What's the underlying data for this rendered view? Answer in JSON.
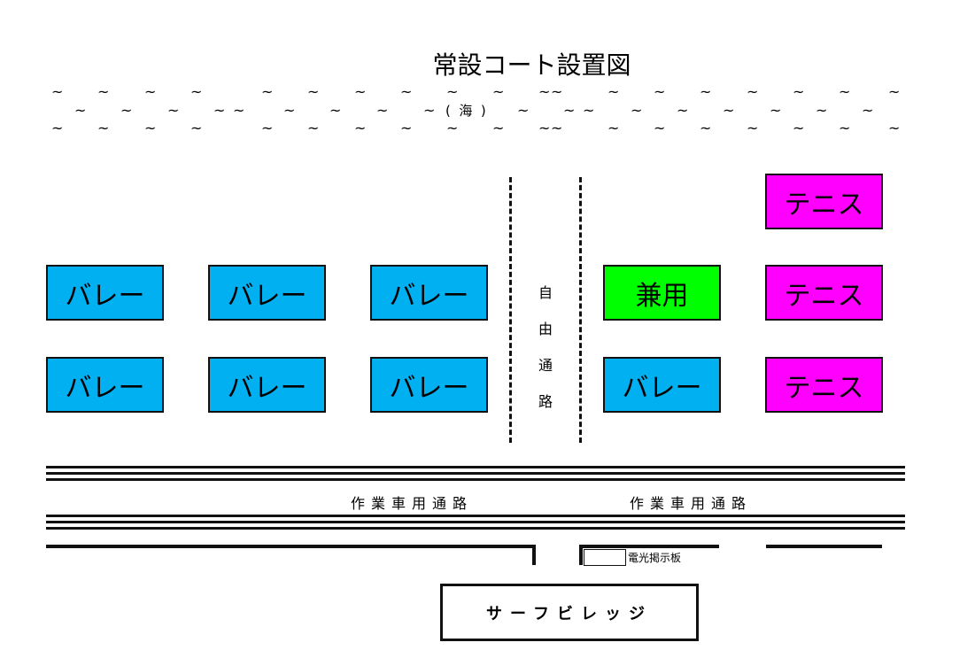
{
  "title": "常設コート設置図",
  "sea": {
    "label": "(  海  )",
    "wave_symbol": "~"
  },
  "colors": {
    "volley": "#00B0F0",
    "tennis": "#FF00FF",
    "shared": "#00FF00"
  },
  "courts": {
    "r0c4": "テニス",
    "r1c0": "バレー",
    "r1c1": "バレー",
    "r1c2": "バレー",
    "r1c3": "兼用",
    "r1c4": "テニス",
    "r2c0": "バレー",
    "r2c1": "バレー",
    "r2c2": "バレー",
    "r2c3": "バレー",
    "r2c4": "テニス"
  },
  "free_path": [
    "自",
    "由",
    "通",
    "路"
  ],
  "service_road": [
    "作業車用通路",
    "作業車用通路"
  ],
  "board_label": "電光掲示板",
  "village": "サーフビレッジ"
}
